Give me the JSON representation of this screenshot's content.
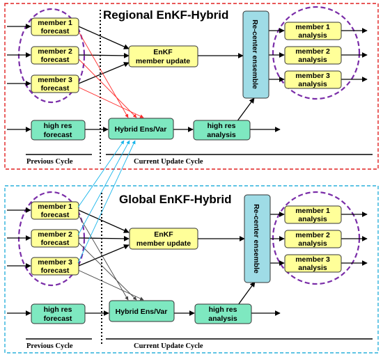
{
  "colors": {
    "regional_border": "#e02020",
    "global_border": "#2ab0dc",
    "member_fill": "#ffff99",
    "hires_fill": "#7ee8c0",
    "recenter_fill": "#9fdce6",
    "ensemble_circle": "#7a2da8",
    "red_arrow": "#ff2a2a",
    "cyan_arrow": "#19b5ea",
    "gray_arrow": "#444444"
  },
  "regional": {
    "title": "Regional EnKF-Hybrid",
    "forecasts": [
      {
        "line1": "member 1",
        "line2": "forecast"
      },
      {
        "line1": "member 2",
        "line2": "forecast"
      },
      {
        "line1": "member 3",
        "line2": "forecast"
      }
    ],
    "enkf": {
      "line1": "EnKF",
      "line2": "member update"
    },
    "recenter": "Re-center ensemble",
    "analyses": [
      {
        "line1": "member 1",
        "line2": "analysis"
      },
      {
        "line1": "member 2",
        "line2": "analysis"
      },
      {
        "line1": "member 3",
        "line2": "analysis"
      }
    ],
    "hires_forecast": {
      "line1": "high res",
      "line2": "forecast"
    },
    "hybrid": "Hybrid Ens/Var",
    "hires_analysis": {
      "line1": "high res",
      "line2": "analysis"
    },
    "previous_cycle": "Previous Cycle",
    "current_cycle": "Current Update Cycle"
  },
  "global": {
    "title": "Global EnKF-Hybrid",
    "forecasts": [
      {
        "line1": "member 1",
        "line2": "forecast"
      },
      {
        "line1": "member 2",
        "line2": "forecast"
      },
      {
        "line1": "member 3",
        "line2": "forecast"
      }
    ],
    "enkf": {
      "line1": "EnKF",
      "line2": "member update"
    },
    "recenter": "Re-center ensemble",
    "analyses": [
      {
        "line1": "member 1",
        "line2": "analysis"
      },
      {
        "line1": "member 2",
        "line2": "analysis"
      },
      {
        "line1": "member 3",
        "line2": "analysis"
      }
    ],
    "hires_forecast": {
      "line1": "high res",
      "line2": "forecast"
    },
    "hybrid": "Hybrid Ens/Var",
    "hires_analysis": {
      "line1": "high res",
      "line2": "analysis"
    },
    "previous_cycle": "Previous Cycle",
    "current_cycle": "Current Update Cycle"
  }
}
